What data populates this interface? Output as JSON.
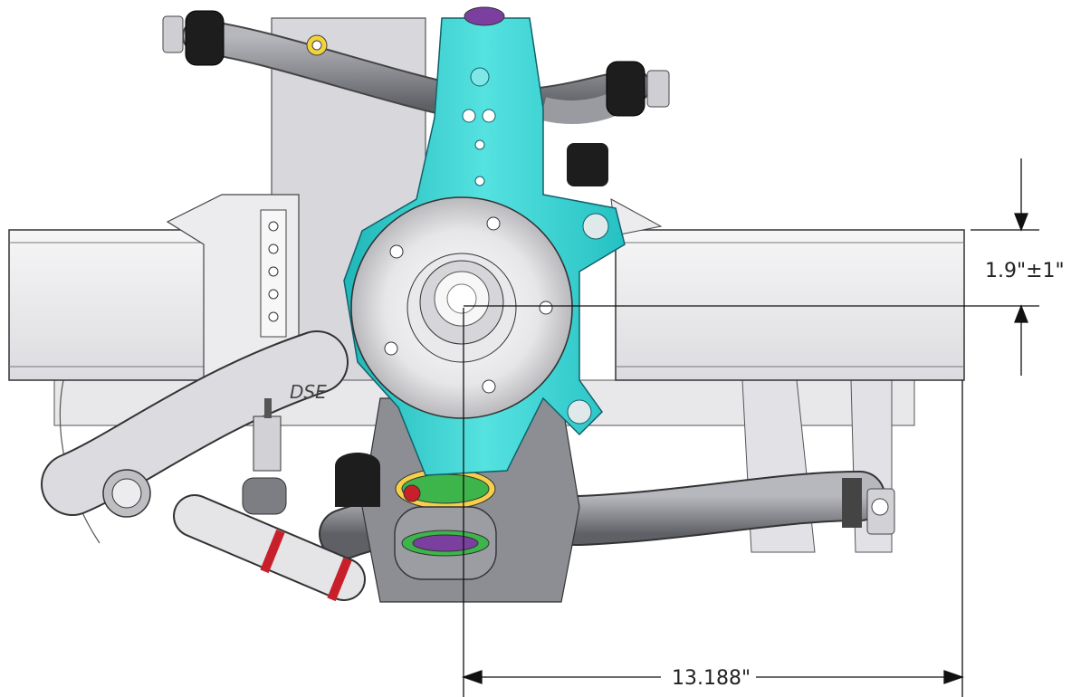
{
  "dimensions": {
    "height_offset": "1.9\"±1\"",
    "horizontal_offset": "13.188\""
  },
  "colors": {
    "knuckle": "#3fd6d6",
    "arm": "#8f9096",
    "bracket": "#d9d9dd",
    "frame": "#eeeef0",
    "bushing": "#1d1d1d",
    "accent_red": "#c8202a",
    "accent_green": "#3db54a",
    "accent_purple": "#7b3fa0",
    "accent_yellow": "#f2d33a"
  },
  "logo_text": "DSE"
}
